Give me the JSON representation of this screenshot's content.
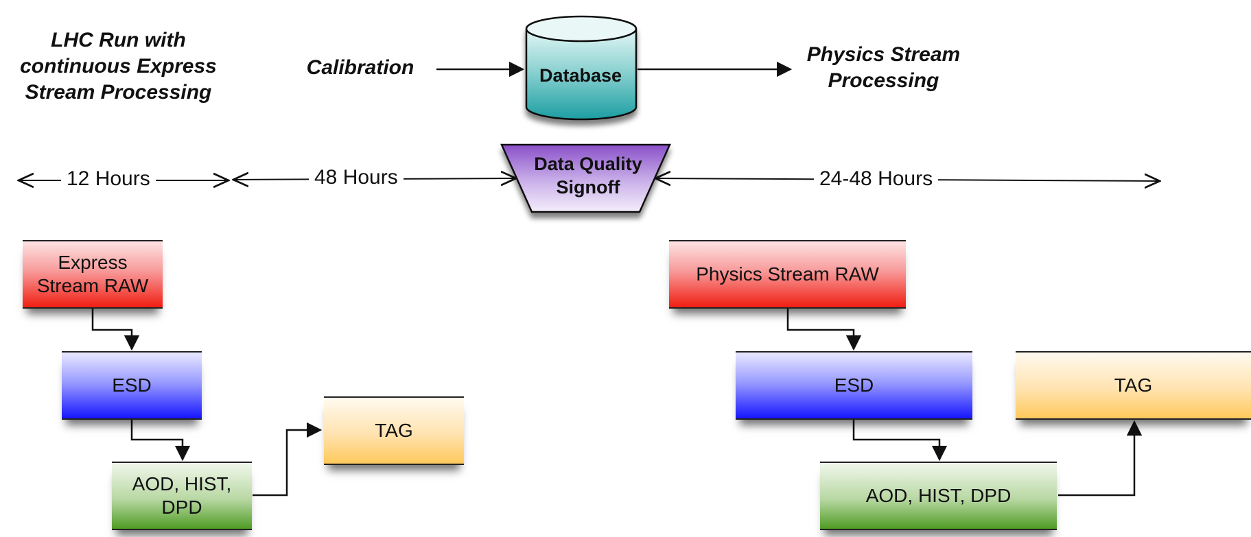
{
  "headings": {
    "lhc_run": "LHC Run with\ncontinuous Express\nStream Processing",
    "calibration": "Calibration",
    "physics_processing": "Physics Stream\nProcessing"
  },
  "database": {
    "label": "Database"
  },
  "data_quality": {
    "label": "Data Quality\nSignoff"
  },
  "durations": {
    "first": "12 Hours",
    "second": "48 Hours",
    "third": "24-48 Hours"
  },
  "express_chain": {
    "raw": "Express\nStream RAW",
    "esd": "ESD",
    "aod": "AOD, HIST,\nDPD",
    "tag": "TAG"
  },
  "physics_chain": {
    "raw": "Physics Stream RAW",
    "esd": "ESD",
    "aod": "AOD, HIST, DPD",
    "tag": "TAG"
  },
  "colors": {
    "database_teal": "#1c9ea2",
    "dq_purple": "#8a4fc8",
    "raw_red": "#f01e12",
    "esd_blue": "#1616ff",
    "aod_green": "#4f9c24",
    "tag_yellow": "#ffc95c"
  }
}
